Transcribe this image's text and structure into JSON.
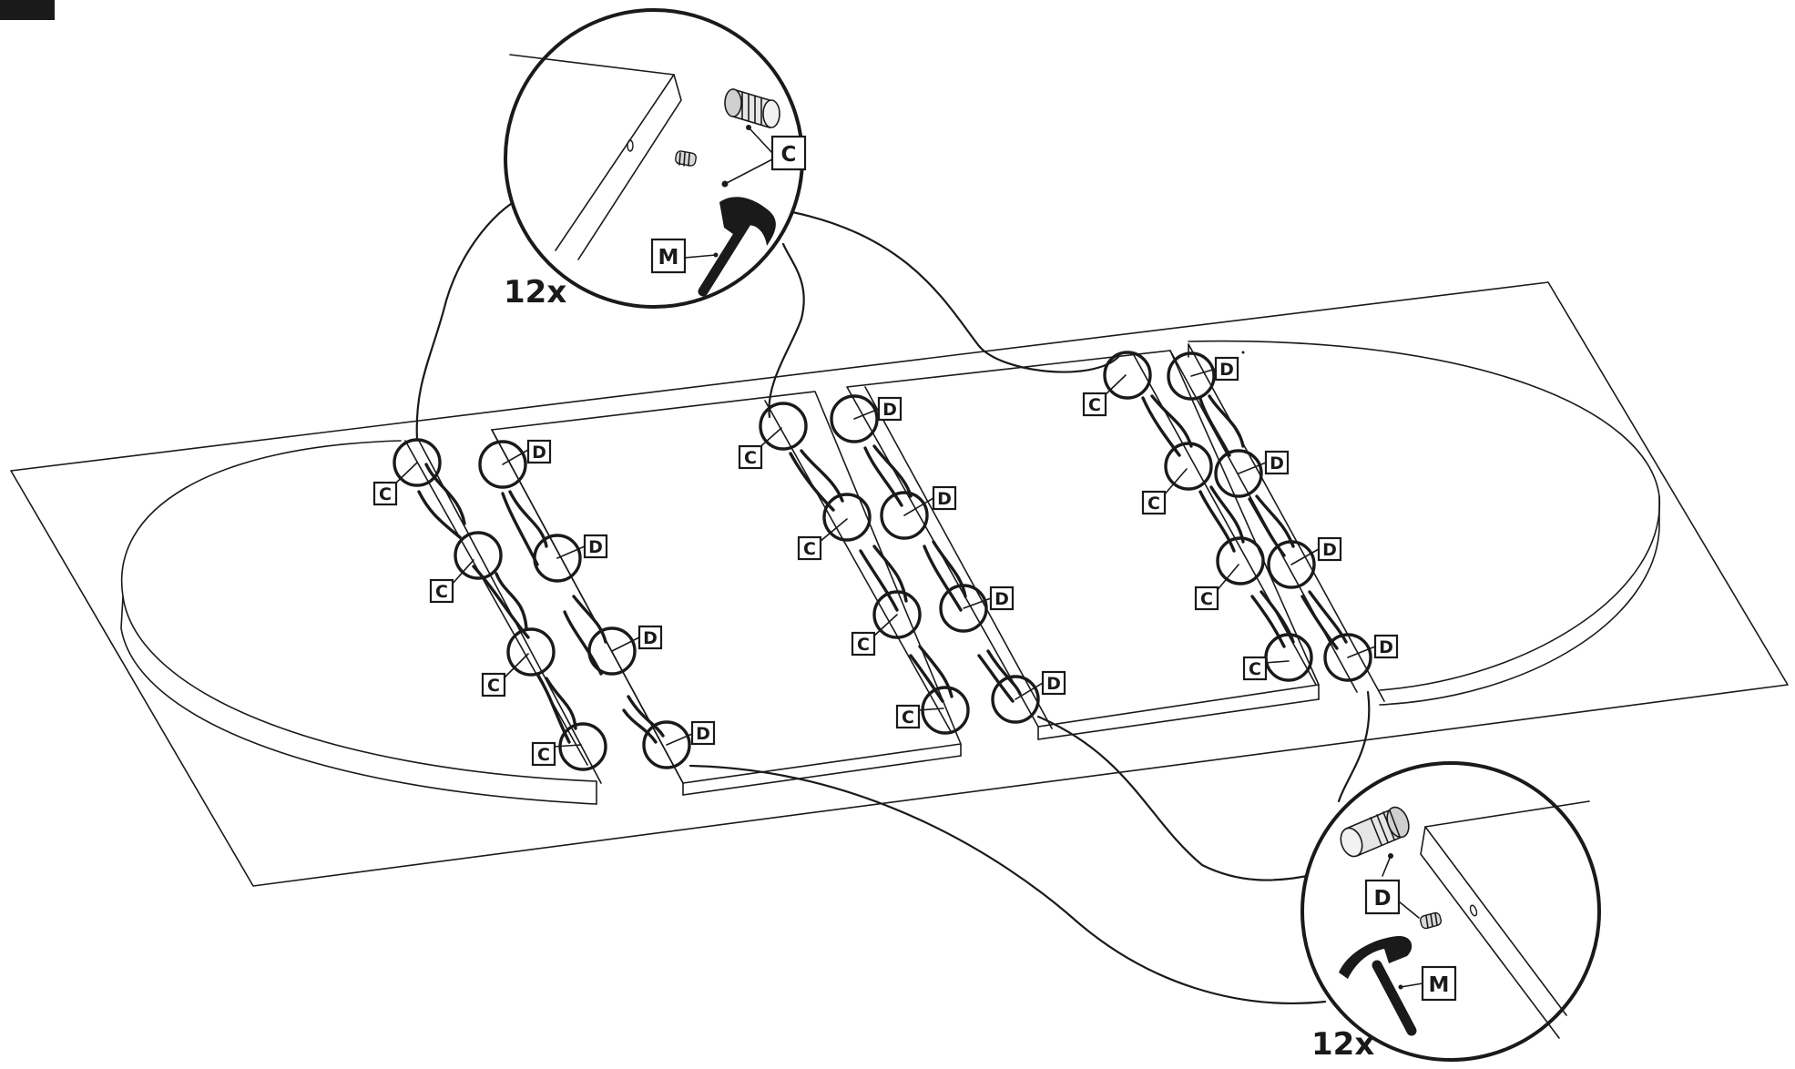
{
  "labels": {
    "dowel_part": "C",
    "cam_part": "D",
    "hammer_tool": "M"
  },
  "counts": {
    "top_detail": "12x",
    "bottom_detail": "12x"
  }
}
